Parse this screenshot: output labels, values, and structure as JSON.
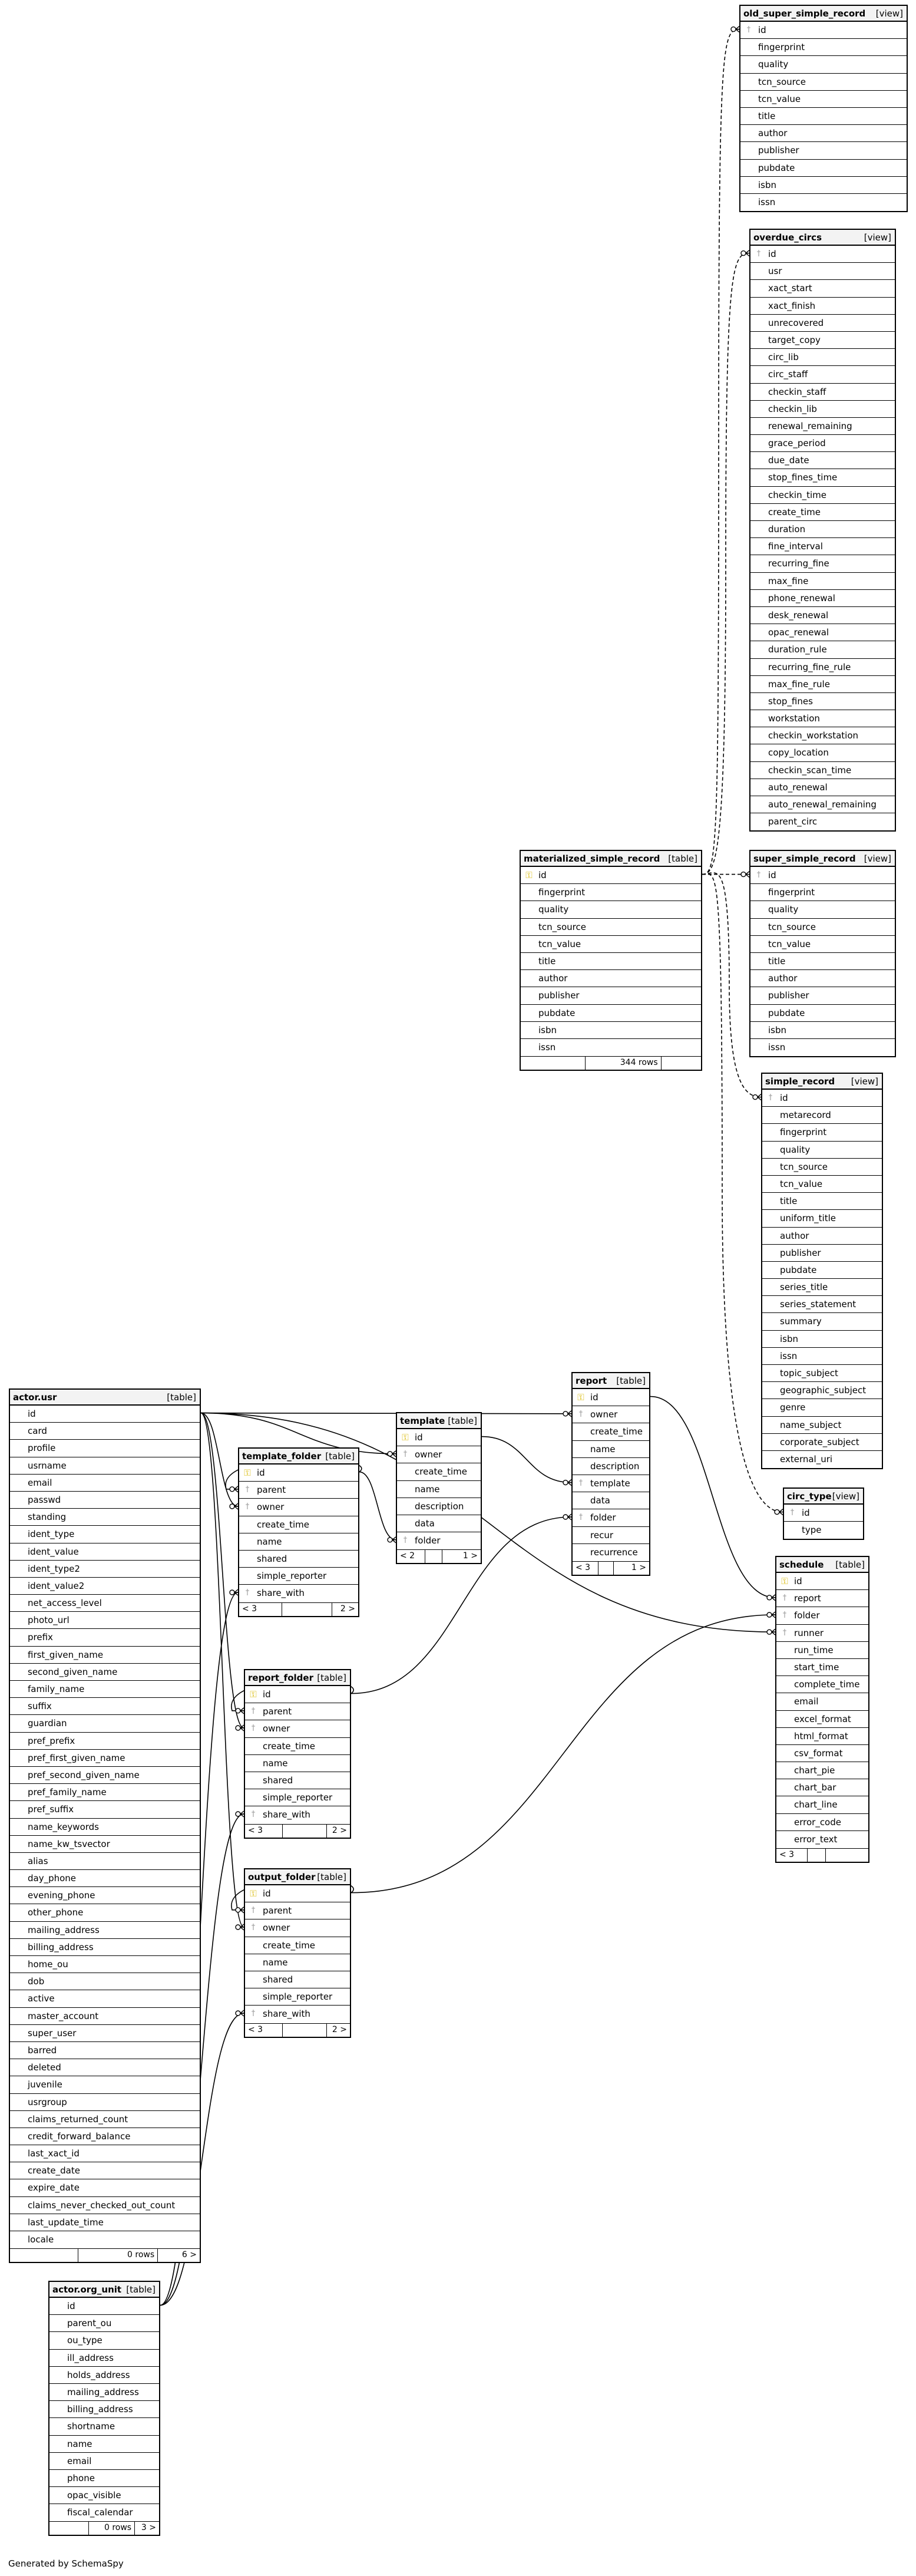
{
  "generated_by": "Generated by SchemaSpy",
  "tables": [
    {
      "id": "old_super_simple_record",
      "name": "old_super_simple_record",
      "kind": "[view]",
      "columns": [
        "id",
        "fingerprint",
        "quality",
        "tcn_source",
        "tcn_value",
        "title",
        "author",
        "publisher",
        "pubdate",
        "isbn",
        "issn"
      ],
      "keys": {
        "id": "fk"
      }
    },
    {
      "id": "overdue_circs",
      "name": "overdue_circs",
      "kind": "[view]",
      "columns": [
        "id",
        "usr",
        "xact_start",
        "xact_finish",
        "unrecovered",
        "target_copy",
        "circ_lib",
        "circ_staff",
        "checkin_staff",
        "checkin_lib",
        "renewal_remaining",
        "grace_period",
        "due_date",
        "stop_fines_time",
        "checkin_time",
        "create_time",
        "duration",
        "fine_interval",
        "recurring_fine",
        "max_fine",
        "phone_renewal",
        "desk_renewal",
        "opac_renewal",
        "duration_rule",
        "recurring_fine_rule",
        "max_fine_rule",
        "stop_fines",
        "workstation",
        "checkin_workstation",
        "copy_location",
        "checkin_scan_time",
        "auto_renewal",
        "auto_renewal_remaining",
        "parent_circ"
      ],
      "keys": {
        "id": "fk"
      }
    },
    {
      "id": "materialized_simple_record",
      "name": "materialized_simple_record",
      "kind": "[table]",
      "columns": [
        "id",
        "fingerprint",
        "quality",
        "tcn_source",
        "tcn_value",
        "title",
        "author",
        "publisher",
        "pubdate",
        "isbn",
        "issn"
      ],
      "keys": {
        "id": "pk"
      },
      "footer": [
        "",
        "344 rows",
        ""
      ]
    },
    {
      "id": "super_simple_record",
      "name": "super_simple_record",
      "kind": "[view]",
      "columns": [
        "id",
        "fingerprint",
        "quality",
        "tcn_source",
        "tcn_value",
        "title",
        "author",
        "publisher",
        "pubdate",
        "isbn",
        "issn"
      ],
      "keys": {
        "id": "fk"
      }
    },
    {
      "id": "simple_record",
      "name": "simple_record",
      "kind": "[view]",
      "columns": [
        "id",
        "metarecord",
        "fingerprint",
        "quality",
        "tcn_source",
        "tcn_value",
        "title",
        "uniform_title",
        "author",
        "publisher",
        "pubdate",
        "series_title",
        "series_statement",
        "summary",
        "isbn",
        "issn",
        "topic_subject",
        "geographic_subject",
        "genre",
        "name_subject",
        "corporate_subject",
        "external_uri"
      ],
      "keys": {
        "id": "fk"
      }
    },
    {
      "id": "circ_type",
      "name": "circ_type",
      "kind": "[view]",
      "columns": [
        "id",
        "type"
      ],
      "keys": {
        "id": "fk"
      }
    },
    {
      "id": "report",
      "name": "report",
      "kind": "[table]",
      "columns": [
        "id",
        "owner",
        "create_time",
        "name",
        "description",
        "template",
        "data",
        "folder",
        "recur",
        "recurrence"
      ],
      "keys": {
        "id": "pk",
        "owner": "fk",
        "template": "fk",
        "folder": "fk"
      },
      "footer": [
        "< 3",
        "",
        "1 >"
      ]
    },
    {
      "id": "template",
      "name": "template",
      "kind": "[table]",
      "columns": [
        "id",
        "owner",
        "create_time",
        "name",
        "description",
        "data",
        "folder"
      ],
      "keys": {
        "id": "pk",
        "owner": "fk",
        "folder": "fk"
      },
      "footer": [
        "< 2",
        "",
        "1 >"
      ]
    },
    {
      "id": "template_folder",
      "name": "template_folder",
      "kind": "[table]",
      "columns": [
        "id",
        "parent",
        "owner",
        "create_time",
        "name",
        "shared",
        "simple_reporter",
        "share_with"
      ],
      "keys": {
        "id": "pk",
        "parent": "fk",
        "owner": "fk",
        "share_with": "fk"
      },
      "footer": [
        "< 3",
        "",
        "2 >"
      ]
    },
    {
      "id": "report_folder",
      "name": "report_folder",
      "kind": "[table]",
      "columns": [
        "id",
        "parent",
        "owner",
        "create_time",
        "name",
        "shared",
        "simple_reporter",
        "share_with"
      ],
      "keys": {
        "id": "pk",
        "parent": "fk",
        "owner": "fk",
        "share_with": "fk"
      },
      "footer": [
        "< 3",
        "",
        "2 >"
      ]
    },
    {
      "id": "output_folder",
      "name": "output_folder",
      "kind": "[table]",
      "columns": [
        "id",
        "parent",
        "owner",
        "create_time",
        "name",
        "shared",
        "simple_reporter",
        "share_with"
      ],
      "keys": {
        "id": "pk",
        "parent": "fk",
        "owner": "fk",
        "share_with": "fk"
      },
      "footer": [
        "< 3",
        "",
        "2 >"
      ]
    },
    {
      "id": "schedule",
      "name": "schedule",
      "kind": "[table]",
      "columns": [
        "id",
        "report",
        "folder",
        "runner",
        "run_time",
        "start_time",
        "complete_time",
        "email",
        "excel_format",
        "html_format",
        "csv_format",
        "chart_pie",
        "chart_bar",
        "chart_line",
        "error_code",
        "error_text"
      ],
      "keys": {
        "id": "pk",
        "report": "fk",
        "folder": "fk",
        "runner": "fk"
      },
      "footer": [
        "< 3",
        "",
        ""
      ]
    },
    {
      "id": "actor_usr",
      "name": "actor.usr",
      "kind": "[table]",
      "columns": [
        "id",
        "card",
        "profile",
        "usrname",
        "email",
        "passwd",
        "standing",
        "ident_type",
        "ident_value",
        "ident_type2",
        "ident_value2",
        "net_access_level",
        "photo_url",
        "prefix",
        "first_given_name",
        "second_given_name",
        "family_name",
        "suffix",
        "guardian",
        "pref_prefix",
        "pref_first_given_name",
        "pref_second_given_name",
        "pref_family_name",
        "pref_suffix",
        "name_keywords",
        "name_kw_tsvector",
        "alias",
        "day_phone",
        "evening_phone",
        "other_phone",
        "mailing_address",
        "billing_address",
        "home_ou",
        "dob",
        "active",
        "master_account",
        "super_user",
        "barred",
        "deleted",
        "juvenile",
        "usrgroup",
        "claims_returned_count",
        "credit_forward_balance",
        "last_xact_id",
        "create_date",
        "expire_date",
        "claims_never_checked_out_count",
        "last_update_time",
        "locale"
      ],
      "keys": {},
      "footer": [
        "",
        "0 rows",
        "6 >"
      ]
    },
    {
      "id": "actor_org_unit",
      "name": "actor.org_unit",
      "kind": "[table]",
      "columns": [
        "id",
        "parent_ou",
        "ou_type",
        "ill_address",
        "holds_address",
        "mailing_address",
        "billing_address",
        "shortname",
        "name",
        "email",
        "phone",
        "opac_visible",
        "fiscal_calendar"
      ],
      "keys": {},
      "footer": [
        "",
        "0 rows",
        "3 >"
      ]
    }
  ]
}
